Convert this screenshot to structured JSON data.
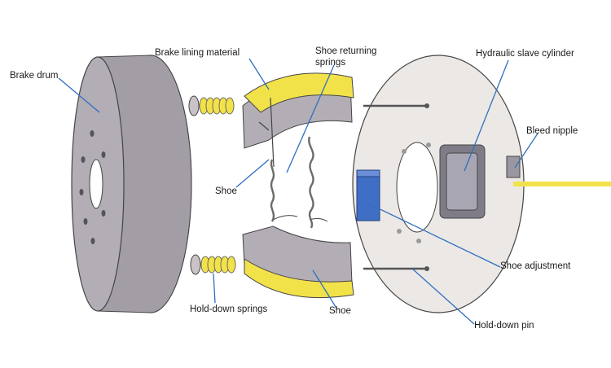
{
  "labels": {
    "brake_drum": "Brake drum",
    "brake_lining_material": "Brake lining material",
    "shoe_returning_springs_line1": "Shoe returning",
    "shoe_returning_springs_line2": "springs",
    "hydraulic_slave_cylinder": "Hydraulic slave cylinder",
    "bleed_nipple": "Bleed nipple",
    "shoe_upper": "Shoe",
    "shoe_lower": "Shoe",
    "hold_down_springs": "Hold-down springs",
    "shoe_adjustment": "Shoe adjustment",
    "hold_down_pin": "Hold-down pin"
  },
  "colors": {
    "drum": "#a39ea5",
    "drum_dark": "#8c8790",
    "lining": "#f2e24a",
    "shoe_metal": "#b3aeb6",
    "backplate": "#ece8e6",
    "cylinder": "#7f7c88",
    "adjuster": "#3f6fc4",
    "leader": "#2f6fbf",
    "spring": "#6f6a64",
    "fluid_pipe": "#f2e24a"
  }
}
